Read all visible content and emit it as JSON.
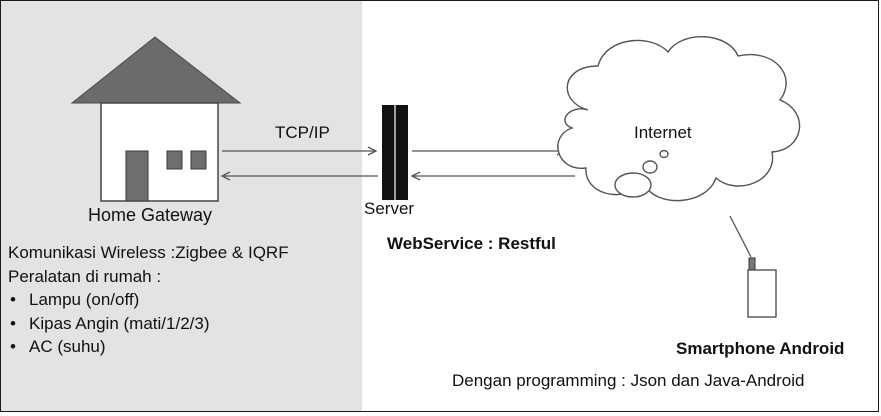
{
  "home": {
    "label": "Home Gateway",
    "wireless": "Komunikasi Wireless :Zigbee & IQRF",
    "devices_title": "Peralatan di rumah :",
    "devices": [
      {
        "bullet": "•",
        "label": "Lampu (on/off)"
      },
      {
        "bullet": "•",
        "label": "Kipas Angin (mati/1/2/3)"
      },
      {
        "bullet": "•",
        "label": "AC (suhu)"
      }
    ]
  },
  "link": {
    "protocol": "TCP/IP"
  },
  "server": {
    "label": "Server",
    "service": "WebService : Restful"
  },
  "internet": {
    "label": "Internet"
  },
  "smartphone": {
    "label": "Smartphone Android",
    "programming": "Dengan programming : Json dan Java-Android"
  },
  "colors": {
    "home_panel": "#e3e3e3",
    "roof": "#6b6b6b",
    "server_body": "#111111",
    "line": "#555555"
  }
}
